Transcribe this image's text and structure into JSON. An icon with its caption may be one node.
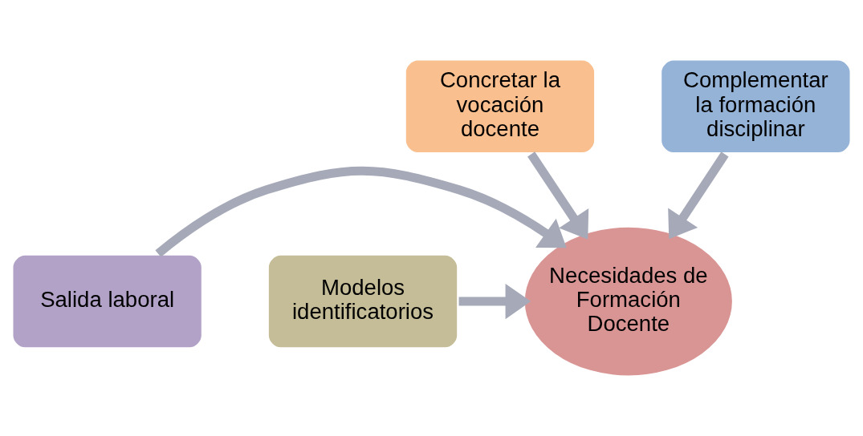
{
  "diagram": {
    "nodes": [
      {
        "text": [
          "Concretar la vocación docente"
        ]
      },
      {
        "text": [
          "Complementar la formación disciplinar"
        ]
      },
      {
        "text": [
          "Salida laboral"
        ]
      },
      {
        "text": [
          "Necesidades de Formación Docente"
        ]
      },
      {
        "text": [
          "Modelos identificatorios"
        ]
      }
    ],
    "edges": [
      {
        "from": 0,
        "to": 3,
        "arrow": "to"
      },
      {
        "from": 1,
        "to": 3,
        "arrow": "to"
      },
      {
        "from": 2,
        "to": 3,
        "arrow": "to"
      },
      {
        "from": 4,
        "to": 3,
        "arrow": "to"
      }
    ]
  }
}
